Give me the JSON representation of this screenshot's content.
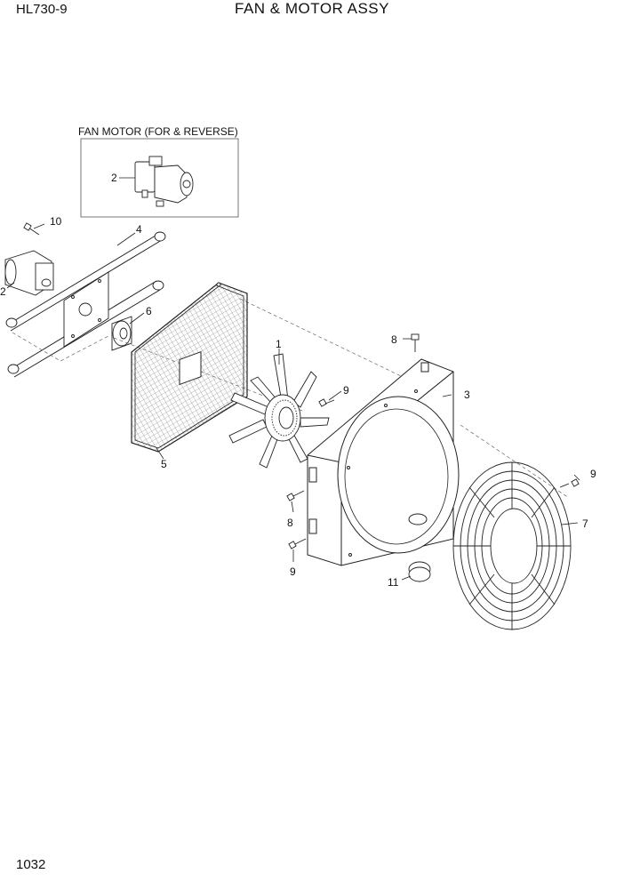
{
  "header": {
    "model": "HL730-9",
    "title": "FAN & MOTOR ASSY"
  },
  "inset": {
    "title": "FAN MOTOR (FOR & REVERSE)",
    "callout": "2"
  },
  "callouts": {
    "c1": "1",
    "c2": "2",
    "c3": "3",
    "c4": "4",
    "c5": "5",
    "c6": "6",
    "c7": "7",
    "c8a": "8",
    "c8b": "8",
    "c9a": "9",
    "c9b": "9",
    "c9c": "9",
    "c10": "10",
    "c11": "11"
  },
  "footer": {
    "page_number": "1032"
  }
}
